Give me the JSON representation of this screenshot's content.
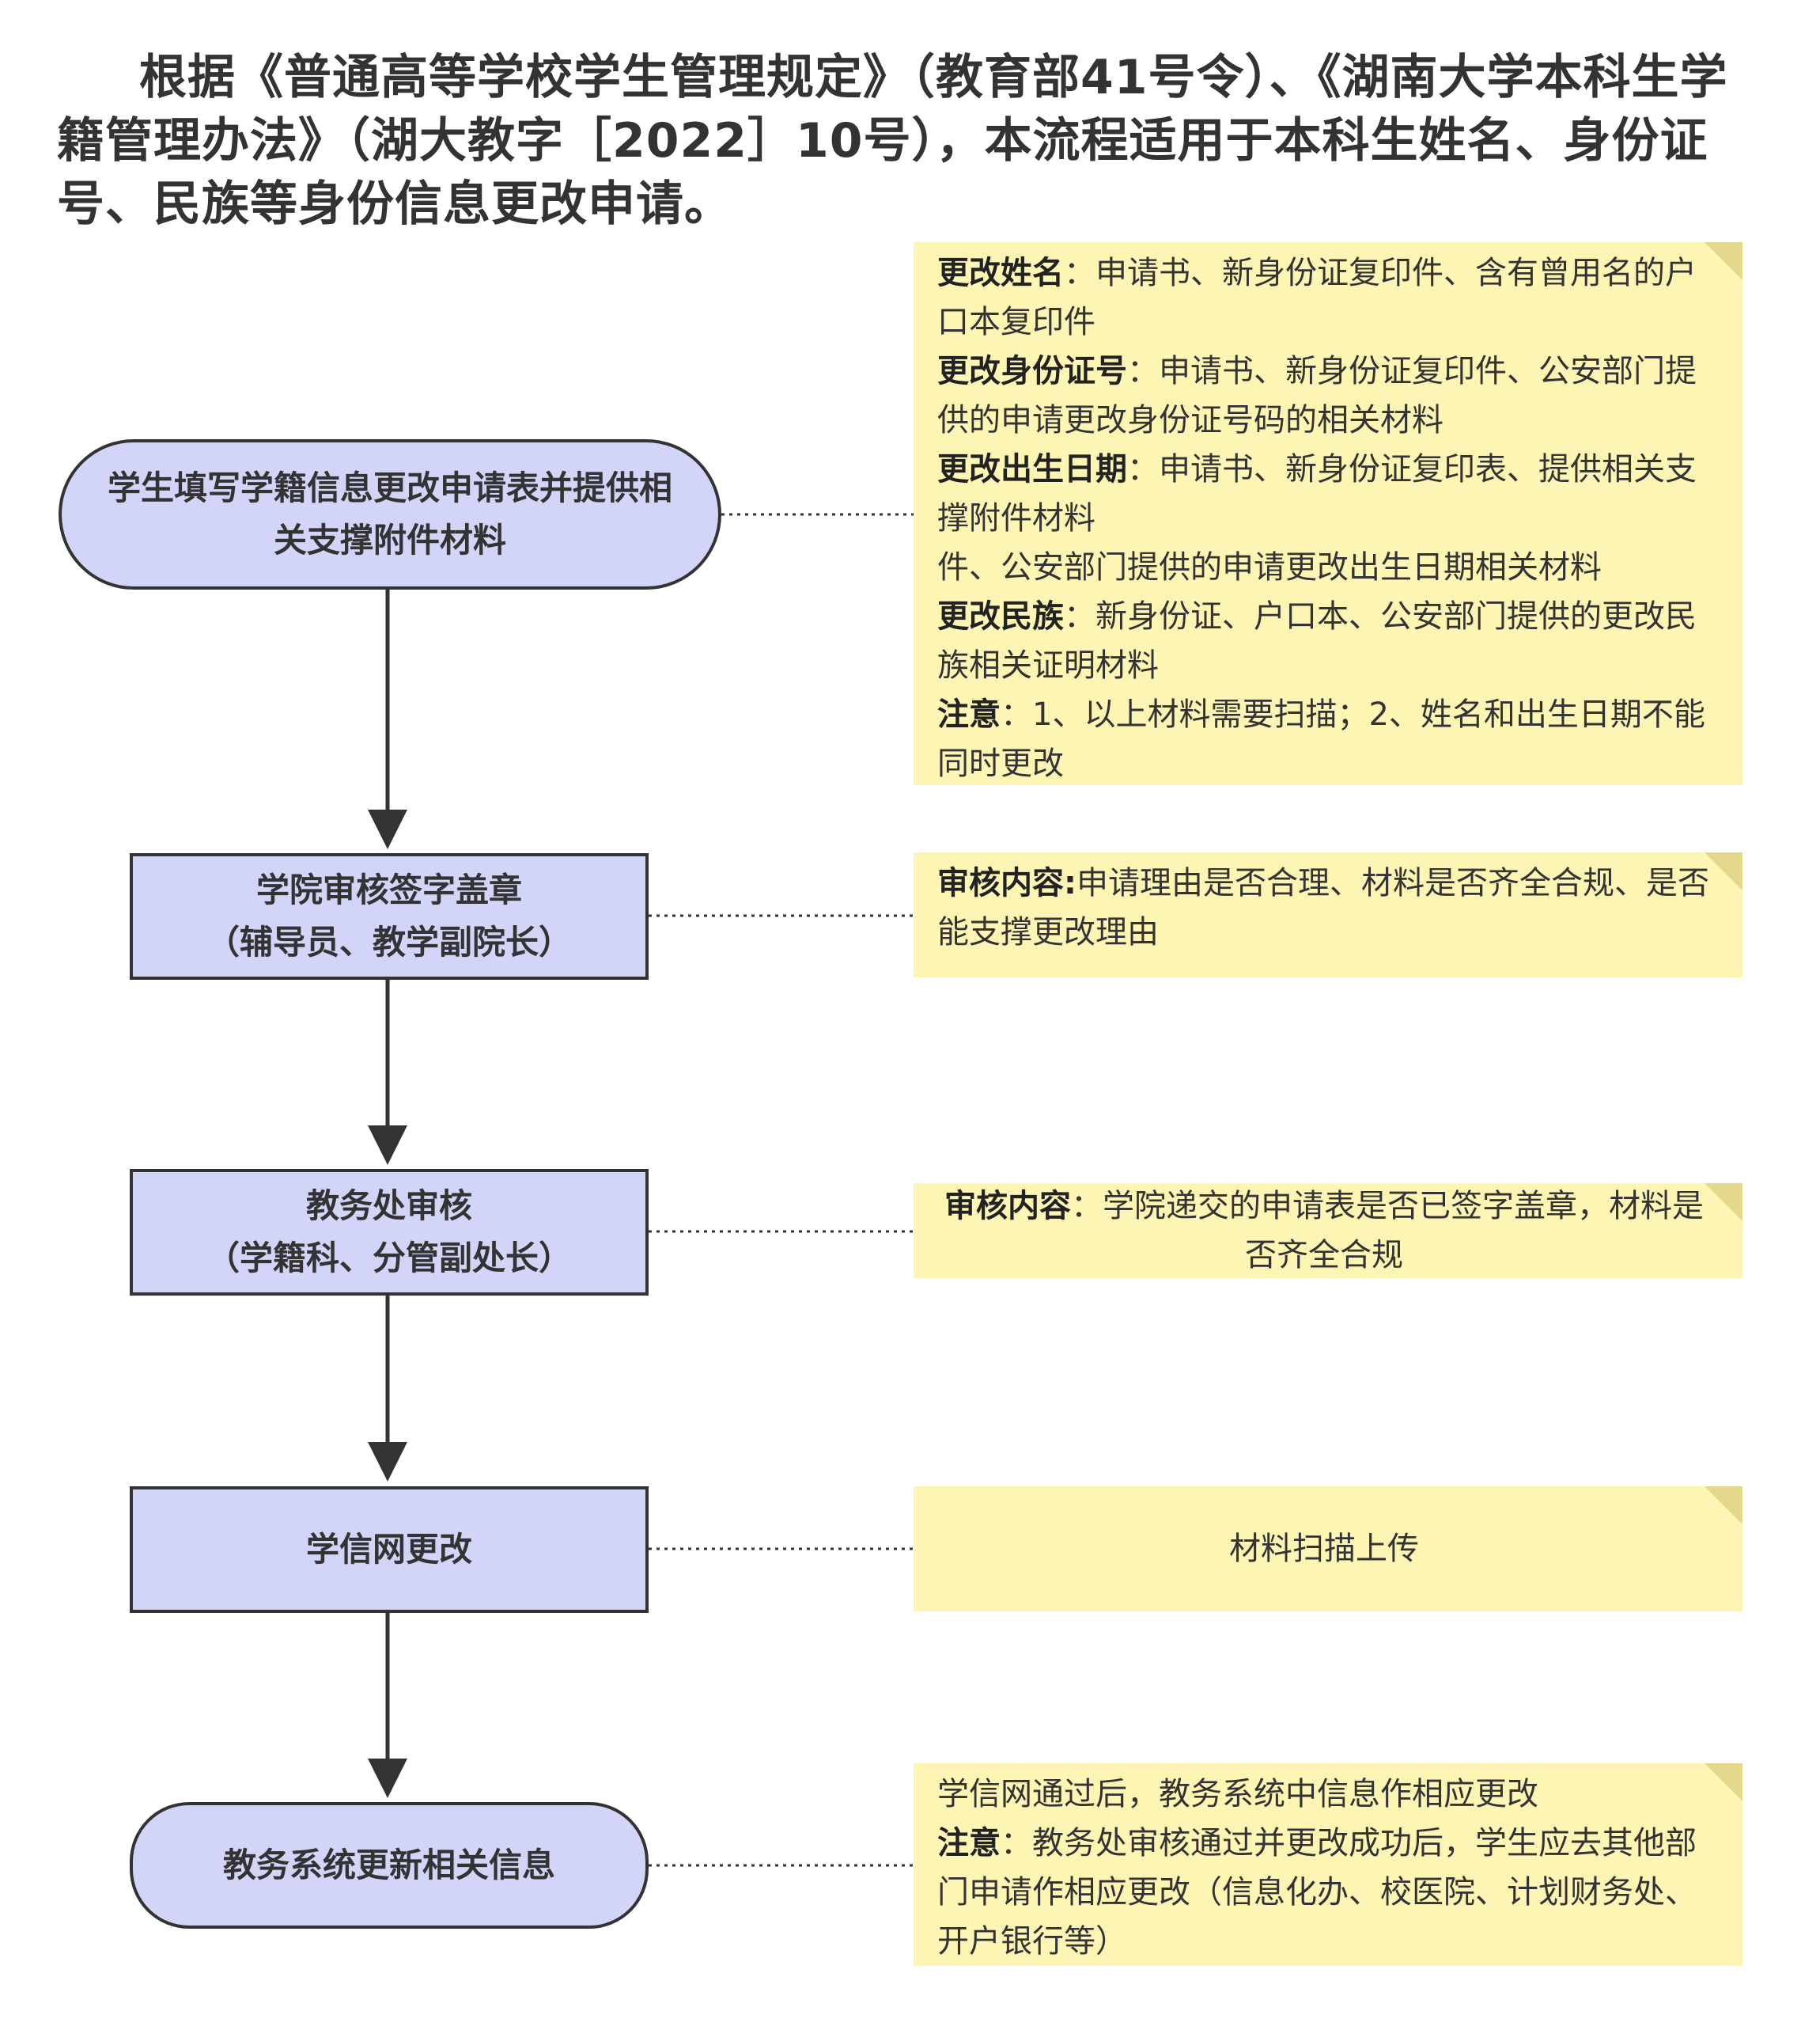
{
  "intro": "根据《普通高等学校学生管理规定》（教育部41号令）、《湖南大学本科生学籍管理办法》（湖大教字［2022］10号），本流程适用于本科生姓名、身份证号、民族等身份信息更改申请。",
  "steps": [
    {
      "line1": "学生填写学籍信息更改申请表并提供相",
      "line2": "关支撑附件材料"
    },
    {
      "line1": "学院审核签字盖章",
      "line2": "（辅导员、教学副院长）"
    },
    {
      "line1": "教务处审核",
      "line2": "（学籍科、分管副处长）"
    },
    {
      "line1": "学信网更改",
      "line2": ""
    },
    {
      "line1": "教务系统更新相关信息",
      "line2": ""
    }
  ],
  "notes": {
    "n1": {
      "name_label": "更改姓名",
      "name_text": "：申请书、新身份证复印件、含有曾用名的户口本复印件",
      "id_label": "更改身份证号",
      "id_text": "：申请书、新身份证复印件、公安部门提供的申请更改身份证号码的相关材料",
      "birth_label": "更改出生日期",
      "birth_text": "：申请书、新身份证复印表、提供相关支撑附件材料",
      "birth_extra": "件、公安部门提供的申请更改出生日期相关材料",
      "ethnic_label": "更改民族",
      "ethnic_text": "：新身份证、户口本、公安部门提供的更改民族相关证明材料",
      "notice_label": "注意",
      "notice_text": "：1、以上材料需要扫描；2、姓名和出生日期不能同时更改"
    },
    "n2": {
      "label": "审核内容:",
      "text": "申请理由是否合理、材料是否齐全合规、是否能支撑更改理由"
    },
    "n3": {
      "label": "审核内容",
      "text": "：学院递交的申请表是否已签字盖章，材料是否齐全合规"
    },
    "n4": {
      "text": "材料扫描上传"
    },
    "n5": {
      "line1": "学信网通过后，教务系统中信息作相应更改",
      "notice_label": "注意",
      "notice_text": "：教务处审核通过并更改成功后，学生应去其他部门申请作相应更改（信息化办、校医院、计划财务处、开户银行等）"
    }
  }
}
